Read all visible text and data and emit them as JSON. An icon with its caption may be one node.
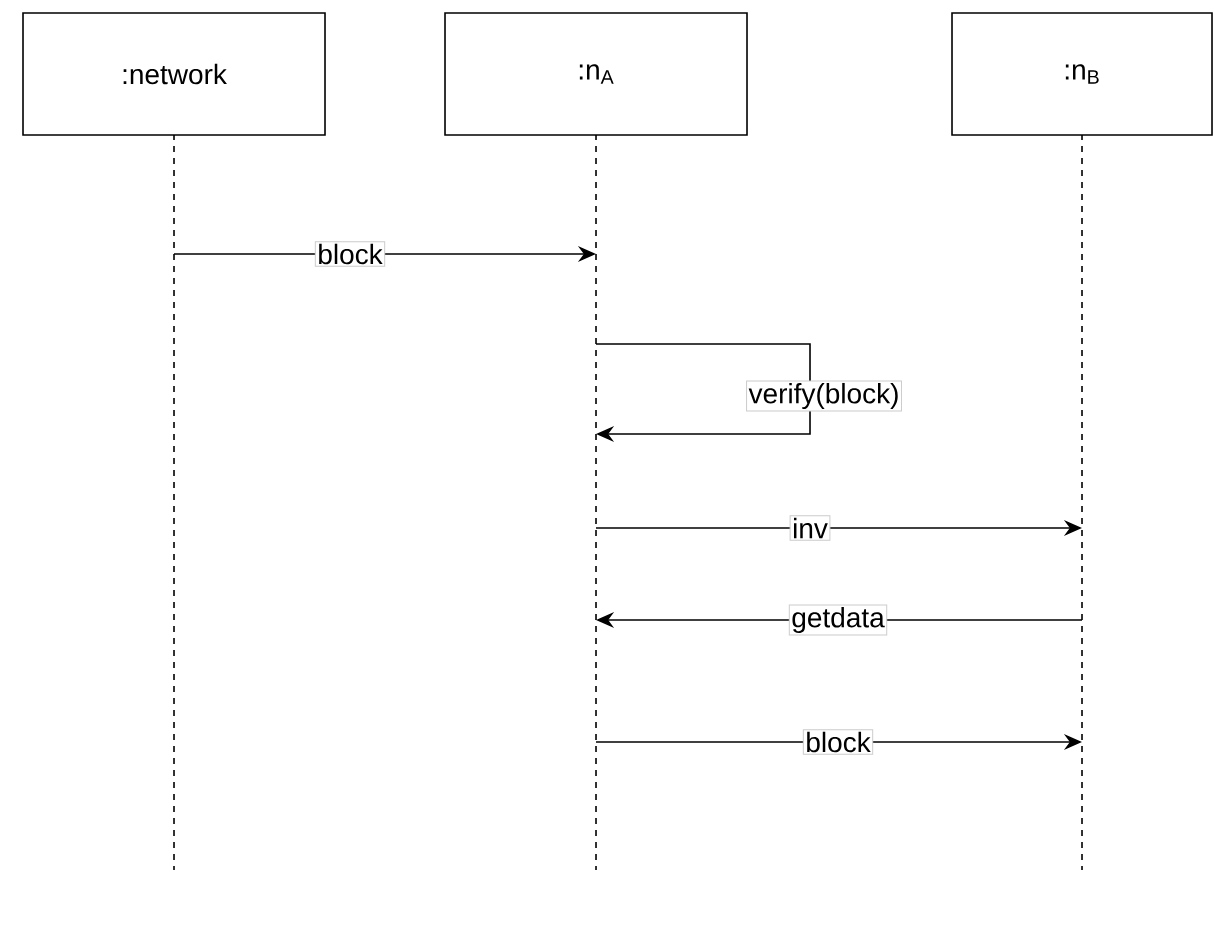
{
  "diagram": {
    "nodes": [
      {
        "text": [
          ":network"
        ]
      },
      {
        "text": [
          ":n$_{A}$"
        ]
      },
      {
        "text": [
          ":n$_{B}$"
        ]
      }
    ],
    "edges": [
      {
        "from": 0,
        "to": 1,
        "arrow": "to",
        "label": "block"
      },
      {
        "from": 1,
        "to": 1,
        "arrow": "to",
        "label": "verify(block)"
      },
      {
        "from": 1,
        "to": 2,
        "arrow": "to",
        "label": "inv"
      },
      {
        "from": 2,
        "to": 1,
        "arrow": "to",
        "label": "getdata"
      },
      {
        "from": 1,
        "to": 2,
        "arrow": "to",
        "label": "block"
      }
    ]
  }
}
